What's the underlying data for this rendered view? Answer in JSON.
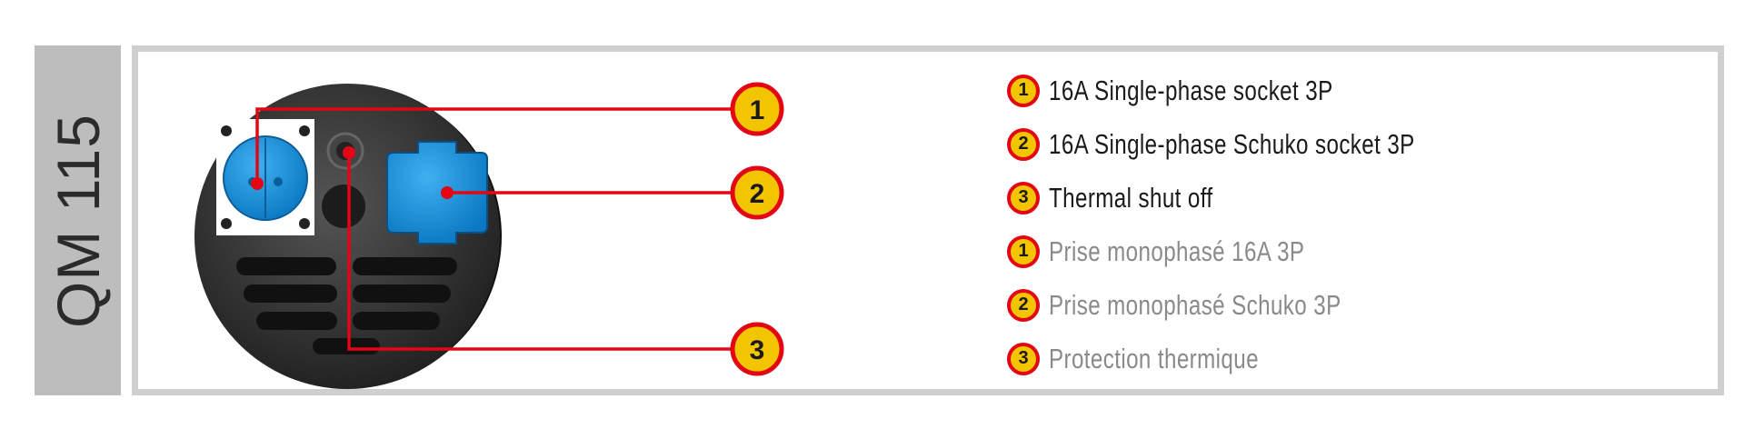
{
  "model": {
    "label": "QM 115"
  },
  "callouts": [
    {
      "number": "1"
    },
    {
      "number": "2"
    },
    {
      "number": "3"
    }
  ],
  "legend": {
    "english": [
      {
        "number": "1",
        "text": "16A Single-phase socket 3P"
      },
      {
        "number": "2",
        "text": "16A Single-phase Schuko socket 3P"
      },
      {
        "number": "3",
        "text": "Thermal shut off"
      }
    ],
    "french": [
      {
        "number": "1",
        "text": "Prise monophasé 16A 3P"
      },
      {
        "number": "2",
        "text": "Prise monophasé Schuko 3P"
      },
      {
        "number": "3",
        "text": "Protection thermique"
      }
    ]
  },
  "colors": {
    "badge_fill": "#f2c500",
    "badge_ring": "#e30613",
    "leader_line": "#e30613",
    "socket_blue": "#0a8ad6",
    "panel_body": "#2f2f2f",
    "english_text": "#1a1a1a",
    "french_text": "#8a8a8a"
  },
  "icons": [
    "socket-3p-icon",
    "schuko-socket-icon",
    "thermal-switch-icon",
    "vent-slots-icon"
  ]
}
